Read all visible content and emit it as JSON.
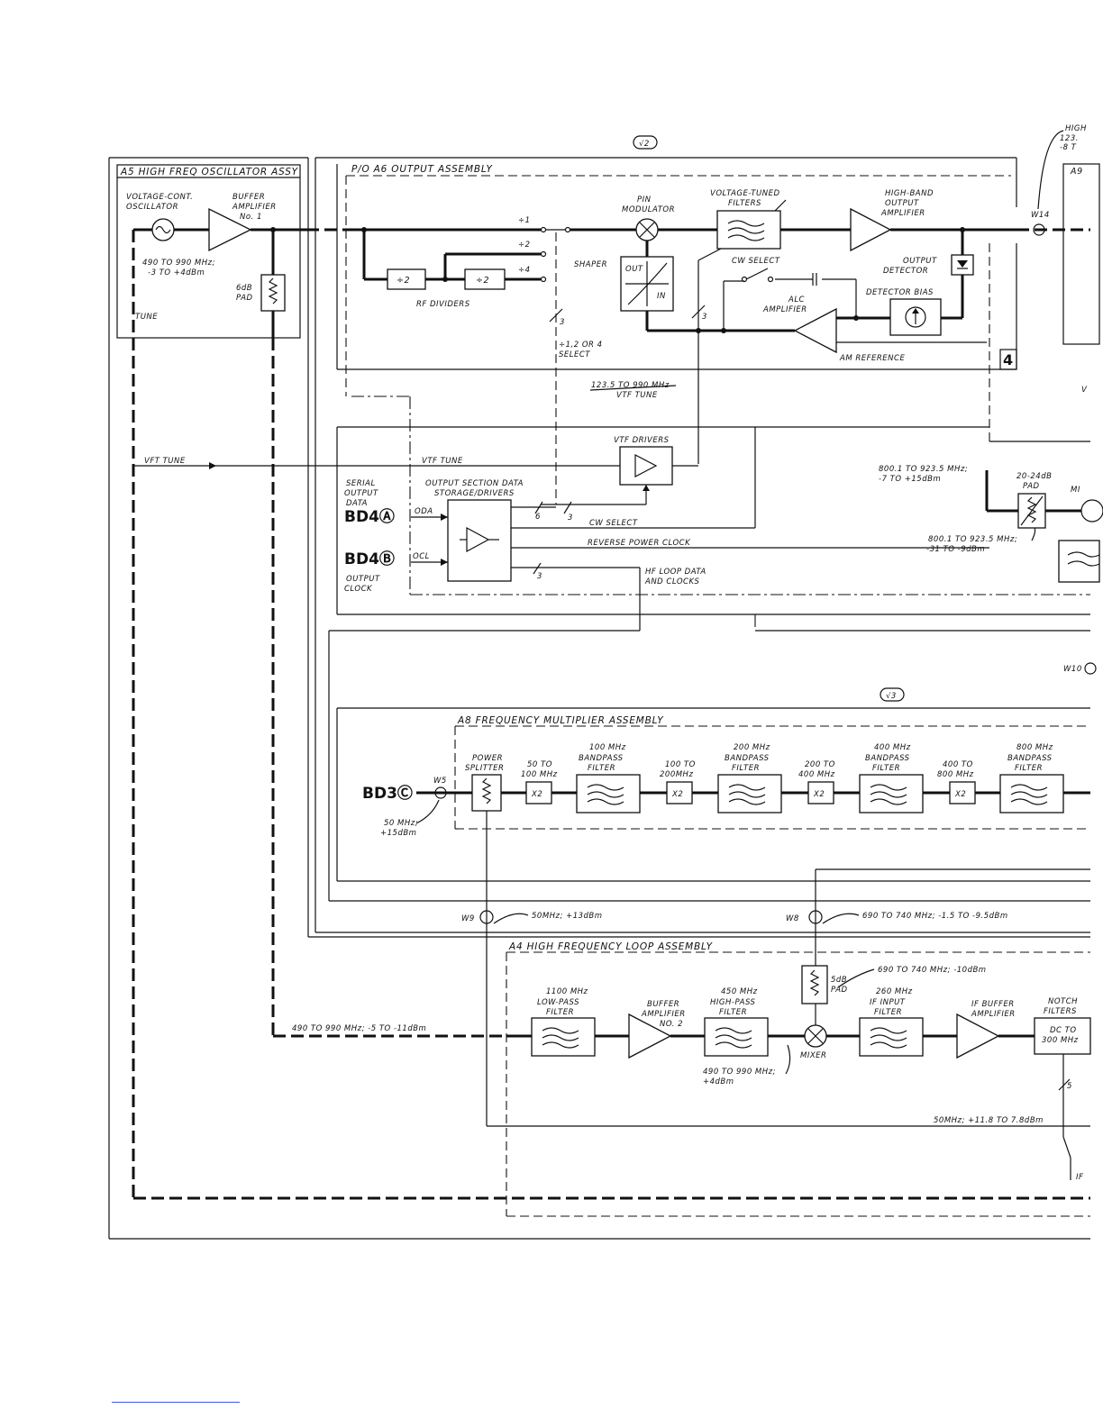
{
  "refs": {
    "top": "√2",
    "mid": "√3"
  },
  "a5": {
    "title": "A5 HIGH FREQ OSCILLATOR ASSY",
    "vco": [
      "VOLTAGE-CONT.",
      "OSCILLATOR"
    ],
    "buffer1": [
      "BUFFER",
      "AMPLIFIER",
      "No. 1"
    ],
    "freq": [
      "490 TO 990 MHz;",
      "-3 TO +4dBm"
    ],
    "pad": [
      "6dB",
      "PAD"
    ],
    "tune": "TUNE"
  },
  "a6": {
    "title": "P/O A6 OUTPUT ASSEMBLY",
    "div1": "÷1",
    "div2": "÷2",
    "div4": "÷4",
    "div2a": "÷2",
    "div2b": "÷2",
    "rf_dividers": "RF DIVIDERS",
    "select": [
      "÷1,2 OR 4",
      "SELECT"
    ],
    "bus3a": "3",
    "pin_mod": [
      "PIN",
      "MODULATOR"
    ],
    "shaper": "SHAPER",
    "out": "OUT",
    "in": "IN",
    "vtf": [
      "VOLTAGE-TUNED",
      "FILTERS"
    ],
    "cw_select": "CW SELECT",
    "bus3b": "3",
    "hb_amp": [
      "HIGH-BAND",
      "OUTPUT",
      "AMPLIFIER"
    ],
    "out_det": [
      "OUTPUT",
      "DETECTOR"
    ],
    "det_bias": "DETECTOR BIAS",
    "alc_amp": [
      "ALC",
      "AMPLIFIER"
    ],
    "am_ref": "AM REFERENCE",
    "section_num": "4",
    "vtf_tune_range": [
      "123.5  TO  990 MHz",
      "VTF  TUNE"
    ]
  },
  "right_edge": {
    "high_note": [
      "HIGH",
      "123.",
      "-8 T"
    ],
    "a9": "A9",
    "w14": "W14",
    "w_label": "V",
    "range1": [
      "800.1  TO  923.5 MHz;",
      "-7 TO +15dBm"
    ],
    "pad20": [
      "20-24dB",
      "PAD"
    ],
    "mi": "MI",
    "range2": [
      "800.1  TO  923.5 MHz;",
      "-31 TO -9dBm"
    ],
    "w10": "W10",
    "notch": [
      "NOTCH",
      "FILTERS"
    ],
    "dc300": [
      "DC TO",
      "300 MHz"
    ],
    "bus5": "5",
    "if_label": "IF"
  },
  "ctrl": {
    "vft_tune": "VFT  TUNE",
    "vtf_tune": "VTF  TUNE",
    "vtf_drivers": "VTF DRIVERS",
    "serial": [
      "SERIAL",
      "OUTPUT",
      "DATA"
    ],
    "bd4a": "BD4Ⓐ",
    "bd4b": "BD4Ⓑ",
    "oda": "ODA",
    "ocl": "OCL",
    "out_clock": [
      "OUTPUT",
      "CLOCK"
    ],
    "storage": [
      "OUTPUT SECTION DATA",
      "STORAGE/DRIVERS"
    ],
    "bus6": "6",
    "bus3c": "3",
    "bus3d": "3",
    "cw_select": "CW  SELECT",
    "rev_clock": "REVERSE  POWER  CLOCK",
    "hf_loop": [
      "HF LOOP DATA",
      "AND CLOCKS"
    ]
  },
  "a8": {
    "title": "A8 FREQUENCY MULTIPLIER ASSEMBLY",
    "bd3c": "BD3Ⓒ",
    "w5": "W5",
    "in50": [
      "50 MHz;",
      "+15dBm"
    ],
    "splitter": [
      "POWER",
      "SPLITTER"
    ],
    "s1": [
      "50 TO",
      "100 MHz"
    ],
    "f1": [
      "100 MHz",
      "BANDPASS",
      "FILTER"
    ],
    "s2": [
      "100 TO",
      "200MHz"
    ],
    "f2": [
      "200 MHz",
      "BANDPASS",
      "FILTER"
    ],
    "s3": [
      "200 TO",
      "400 MHz"
    ],
    "f3": [
      "400 MHz",
      "BANDPASS",
      "FILTER"
    ],
    "s4": [
      "400 TO",
      "800 MHz"
    ],
    "f4": [
      "800 MHz",
      "BANDPASS",
      "FILTER"
    ],
    "x2": "X2"
  },
  "mid": {
    "w9": "W9",
    "w9_note": "50MHz; +13dBm",
    "w8": "W8",
    "w8_note": "690 TO 740 MHz; -1.5 TO -9.5dBm"
  },
  "a4": {
    "title": "A4 HIGH FREQUENCY LOOP ASSEMBLY",
    "input_note": "490 TO 990 MHz; -5 TO -11dBm",
    "lpf": [
      "1100 MHz",
      "LOW-PASS",
      "FILTER"
    ],
    "buf2": [
      "BUFFER",
      "AMPLIFIER",
      "NO. 2"
    ],
    "hpf": [
      "450 MHz",
      "HIGH-PASS",
      "FILTER"
    ],
    "pad5": [
      "5dB",
      "PAD"
    ],
    "pad_note": "690 TO 740 MHz; -10dBm",
    "mixer": "MIXER",
    "mix_note": [
      "490 TO 990 MHz;",
      "+4dBm"
    ],
    "if_filter": [
      "260 MHz",
      "IF INPUT",
      "FILTER"
    ],
    "if_buf": [
      "IF BUFFER",
      "AMPLIFIER"
    ],
    "out50": "50MHz; +11.8 TO 7.8dBm"
  }
}
